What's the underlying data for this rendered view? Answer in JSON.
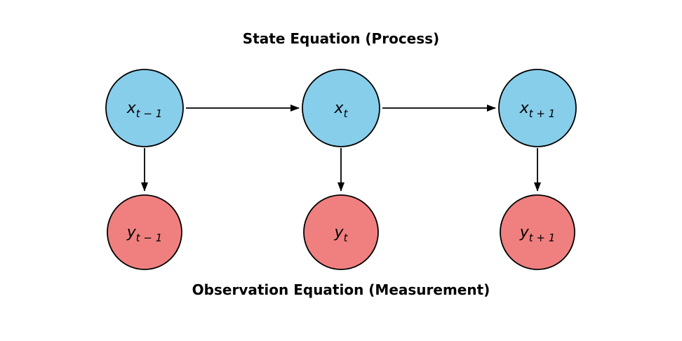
{
  "title": "State Equation (Process)",
  "subtitle": "Observation Equation (Measurement)",
  "colors": {
    "state_fill": "#87CEEB",
    "observation_fill": "#F08080",
    "stroke": "#000000",
    "background": "#FFFFFF"
  },
  "nodes": {
    "state": [
      {
        "name": "x_t-1",
        "main": "x",
        "sub": "t − 1"
      },
      {
        "name": "x_t",
        "main": "x",
        "sub": "t"
      },
      {
        "name": "x_t+1",
        "main": "x",
        "sub": "t + 1"
      }
    ],
    "observation": [
      {
        "name": "y_t-1",
        "main": "y",
        "sub": "t − 1"
      },
      {
        "name": "y_t",
        "main": "y",
        "sub": "t"
      },
      {
        "name": "y_t+1",
        "main": "y",
        "sub": "t + 1"
      }
    ]
  },
  "edges": [
    {
      "from": "x_t-1",
      "to": "x_t"
    },
    {
      "from": "x_t",
      "to": "x_t+1"
    },
    {
      "from": "x_t-1",
      "to": "y_t-1"
    },
    {
      "from": "x_t",
      "to": "y_t"
    },
    {
      "from": "x_t+1",
      "to": "y_t+1"
    }
  ]
}
